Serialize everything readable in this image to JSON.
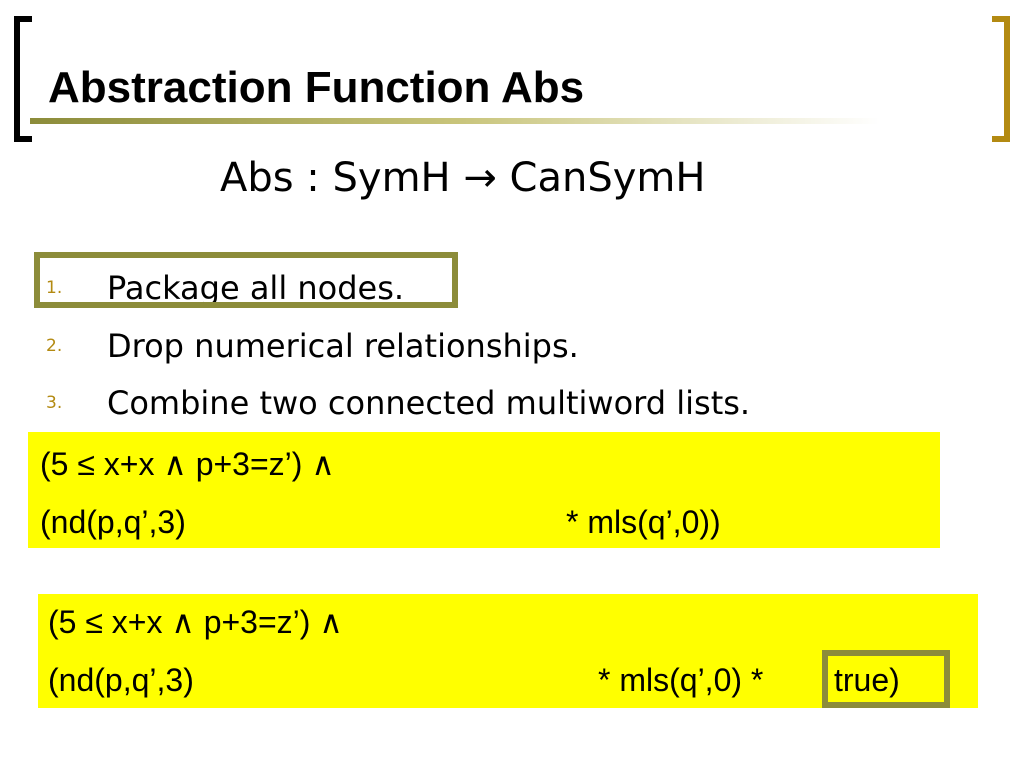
{
  "slide": {
    "title": "Abstraction Function Abs",
    "subtitle": "Abs : SymH → CanSymH"
  },
  "steps": [
    {
      "num": "1.",
      "text": "Package all nodes."
    },
    {
      "num": "2.",
      "text": "Drop numerical relationships."
    },
    {
      "num": "3.",
      "text": "Combine two connected multiword lists."
    }
  ],
  "formula_before": {
    "line1": "(5 ≤ x+x ∧ p+3=z’) ∧",
    "line2_left": "(nd(p,q’,3)",
    "line2_right": "* mls(q’,0))"
  },
  "formula_after": {
    "line1": "(5 ≤ x+x ∧ p+3=z’) ∧",
    "line2_left": "(nd(p,q’,3)",
    "line2_right": "* mls(q’,0) *",
    "line2_highlight": "true)"
  },
  "colors": {
    "highlight_yellow": "#ffff00",
    "box_olive": "#8c8c3a",
    "number_gold": "#b38a12"
  }
}
